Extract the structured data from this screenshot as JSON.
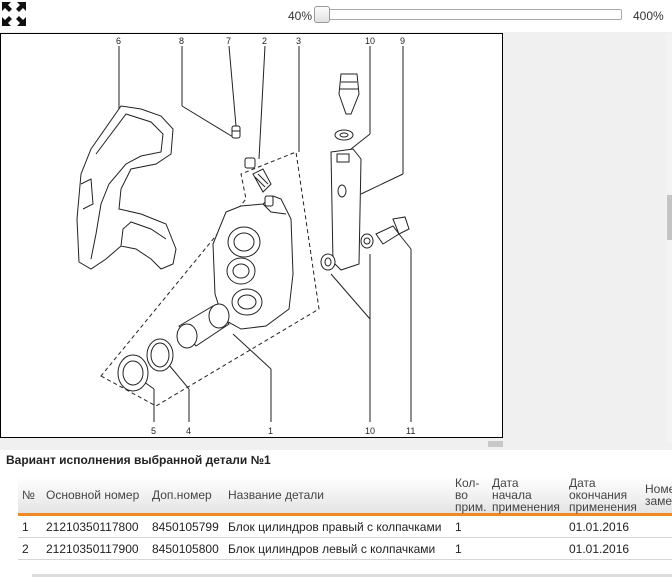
{
  "zoom": {
    "min_label": "40%",
    "max_label": "400%",
    "value": 40
  },
  "icons": {
    "expand": "expand-arrows-icon"
  },
  "diagram": {
    "callouts": [
      "6",
      "8",
      "7",
      "2",
      "3",
      "10",
      "9",
      "5",
      "4",
      "1",
      "10",
      "11"
    ]
  },
  "section": {
    "heading": "Вариант исполнения выбранной детали №1"
  },
  "table": {
    "headers": {
      "num": "№",
      "main_number": "Основной номер",
      "extra_number": "Доп.номер",
      "name": "Название детали",
      "qty_1": "Кол-",
      "qty_2": "во",
      "qty_3": "прим.",
      "start_1": "Дата",
      "start_2": "начала",
      "start_3": "применения",
      "end_1": "Дата",
      "end_2": "окончания",
      "end_3": "применения",
      "repl_1": "Номе",
      "repl_2": "заме"
    },
    "rows": [
      {
        "num": "1",
        "main_number": "21210350117800",
        "extra_number": "8450105799",
        "name": "Блок цилиндров правый с колпачками",
        "qty": "1",
        "start": "",
        "end": "01.01.2016"
      },
      {
        "num": "2",
        "main_number": "21210350117900",
        "extra_number": "8450105800",
        "name": "Блок цилиндров левый с колпачками",
        "qty": "1",
        "start": "",
        "end": "01.01.2016"
      }
    ]
  },
  "colors": {
    "accent": "#f08a24",
    "border": "#000000"
  }
}
